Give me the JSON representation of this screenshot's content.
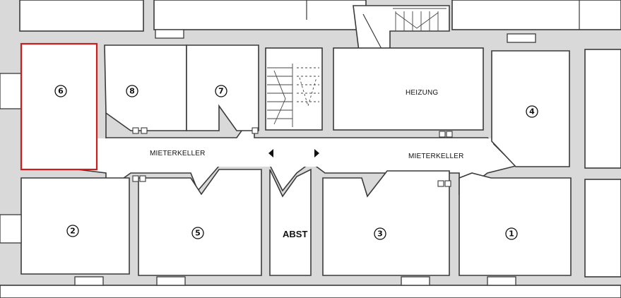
{
  "rooms": {
    "r1": "1",
    "r2": "2",
    "r3": "3",
    "r4": "4",
    "r5": "5",
    "r6": "6",
    "r7": "7",
    "r8": "8"
  },
  "labels": {
    "heizung": "HEIZUNG",
    "mieterkeller_left": "MIETERKELLER",
    "mieterkeller_right": "MIETERKELLER",
    "abst": "ABST"
  },
  "colors": {
    "highlight": "#d11a1a",
    "wall": "#d9d9d9",
    "line": "#3a3a3a"
  },
  "selected_room": "6"
}
